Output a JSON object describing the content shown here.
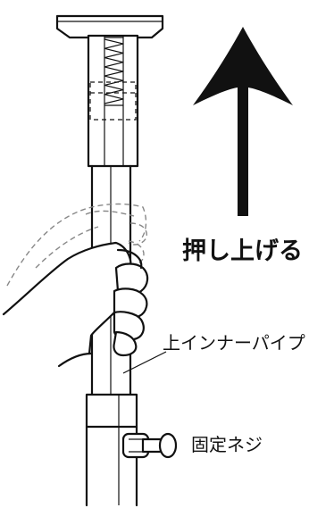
{
  "labels": {
    "push_up": "押し上げる",
    "upper_inner_pipe": "上インナーパイプ",
    "fixing_screw": "固定ネジ"
  },
  "colors": {
    "line": "#111111",
    "ghost_hand": "#888888",
    "background": "#ffffff"
  },
  "icons": {
    "direction": "up-arrow-icon"
  }
}
